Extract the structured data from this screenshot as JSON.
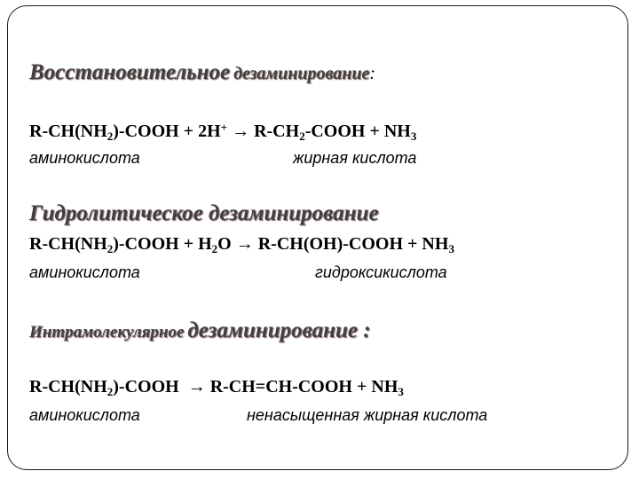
{
  "section1": {
    "heading_a": "Восстановительное",
    "heading_b": "дезаминирование",
    "heading_colon": ":",
    "equation": {
      "p1": "R-CH(NH",
      "s1": "2",
      "p2": ")-COOH + 2H",
      "sup": "+",
      "arrow": "→",
      "p3": "R-CH",
      "s2": "2",
      "p4": "-COOH + NH",
      "s3": "3"
    },
    "label_left": "аминокислота",
    "label_right": "жирная кислота"
  },
  "section2": {
    "heading": "Гидролитическое дезаминирование",
    "equation": {
      "p1": "R-CH(NH",
      "s1": "2",
      "p2": ")-COOH + H",
      "s2": "2",
      "p3": "O",
      "arrow": "→",
      "p4": "R-CH(OH)-COOH + NH",
      "s3": "3"
    },
    "label_left": "аминокислота",
    "label_right": "гидроксикислота"
  },
  "section3": {
    "heading_a": "Интрамолекулярное",
    "heading_b": "дезаминирование :",
    "equation": {
      "p1": "R-CH(NH",
      "s1": "2",
      "p2": ")-COOH",
      "arrow": "→",
      "p3": "R-CH=CH-COOH + NH",
      "s2": "3"
    },
    "label_left": "аминокислота",
    "label_right": "ненасыщенная жирная кислота"
  }
}
